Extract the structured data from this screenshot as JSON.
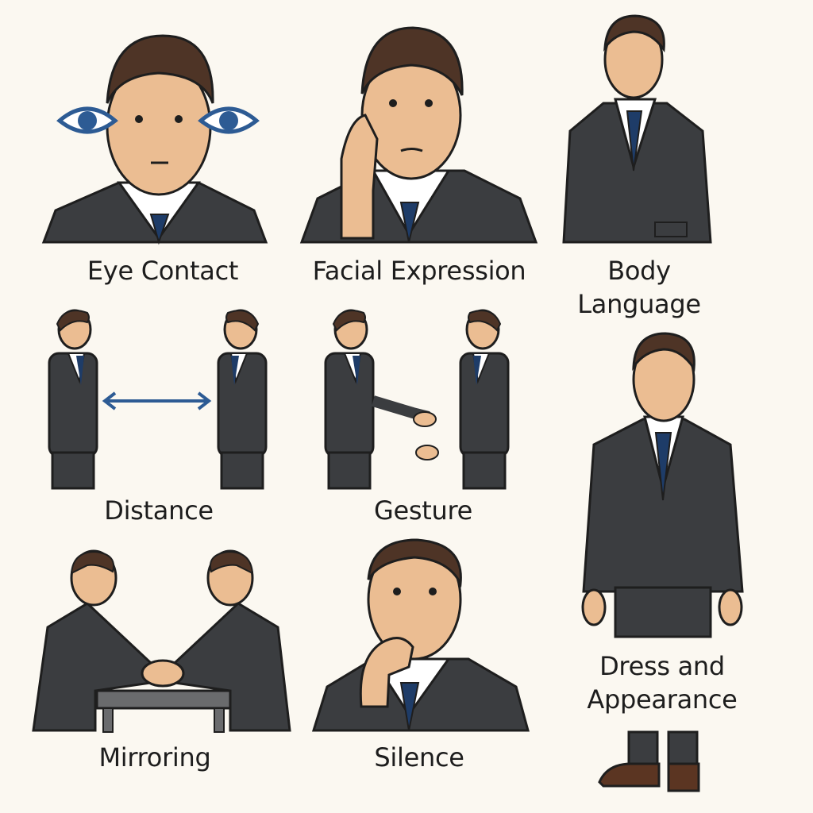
{
  "panels": [
    {
      "label": "Eye Contact"
    },
    {
      "label": "Facial Expression"
    },
    {
      "label": "Body Language"
    },
    {
      "label": "Distance"
    },
    {
      "label": "Gesture"
    },
    {
      "label": "Mirroring"
    },
    {
      "label": "Silence"
    },
    {
      "label": "Dress and Appearance"
    }
  ],
  "colors": {
    "background": "#fbf8f1",
    "suit": "#3b3d40",
    "skin": "#ebbd92",
    "hair": "#4e3426",
    "tie": "#1e3c68",
    "eye_accent": "#2d5b94",
    "shoes": "#5b3522"
  }
}
